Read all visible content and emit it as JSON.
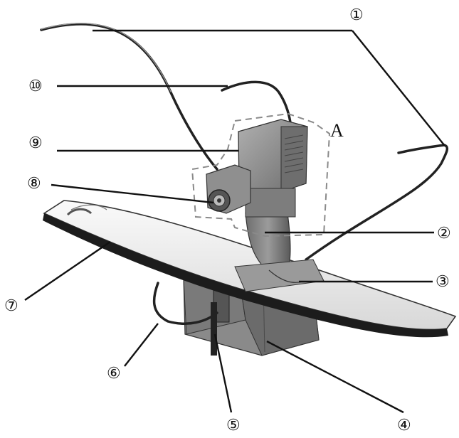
{
  "figure": {
    "callouts": [
      {
        "id": "c1",
        "label": "①"
      },
      {
        "id": "c2",
        "label": "②"
      },
      {
        "id": "c3",
        "label": "③"
      },
      {
        "id": "c4",
        "label": "④"
      },
      {
        "id": "c5",
        "label": "⑤"
      },
      {
        "id": "c6",
        "label": "⑥"
      },
      {
        "id": "c7",
        "label": "⑦"
      },
      {
        "id": "c8",
        "label": "⑧"
      },
      {
        "id": "c9",
        "label": "⑨"
      },
      {
        "id": "c10",
        "label": "⑩"
      }
    ],
    "region_label": "A"
  }
}
